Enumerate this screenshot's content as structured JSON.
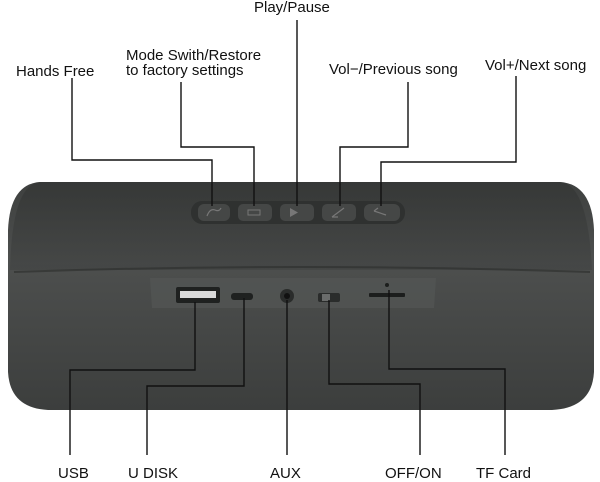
{
  "diagram": {
    "top_labels": {
      "hands_free": "Hands Free",
      "mode_line1": "Mode Swith/Restore",
      "mode_line2": "to factory settings",
      "play_pause": "Play/Pause",
      "vol_minus": "Vol−/Previous song",
      "vol_plus": "Vol+/Next song"
    },
    "bottom_labels": {
      "usb": "USB",
      "u_disk": "U DISK",
      "aux": "AUX",
      "off_on": "OFF/ON",
      "tf_card": "TF Card"
    },
    "colors": {
      "body": "#4a4c4b",
      "body_dark": "#3a3c3b",
      "line": "#111111"
    }
  }
}
